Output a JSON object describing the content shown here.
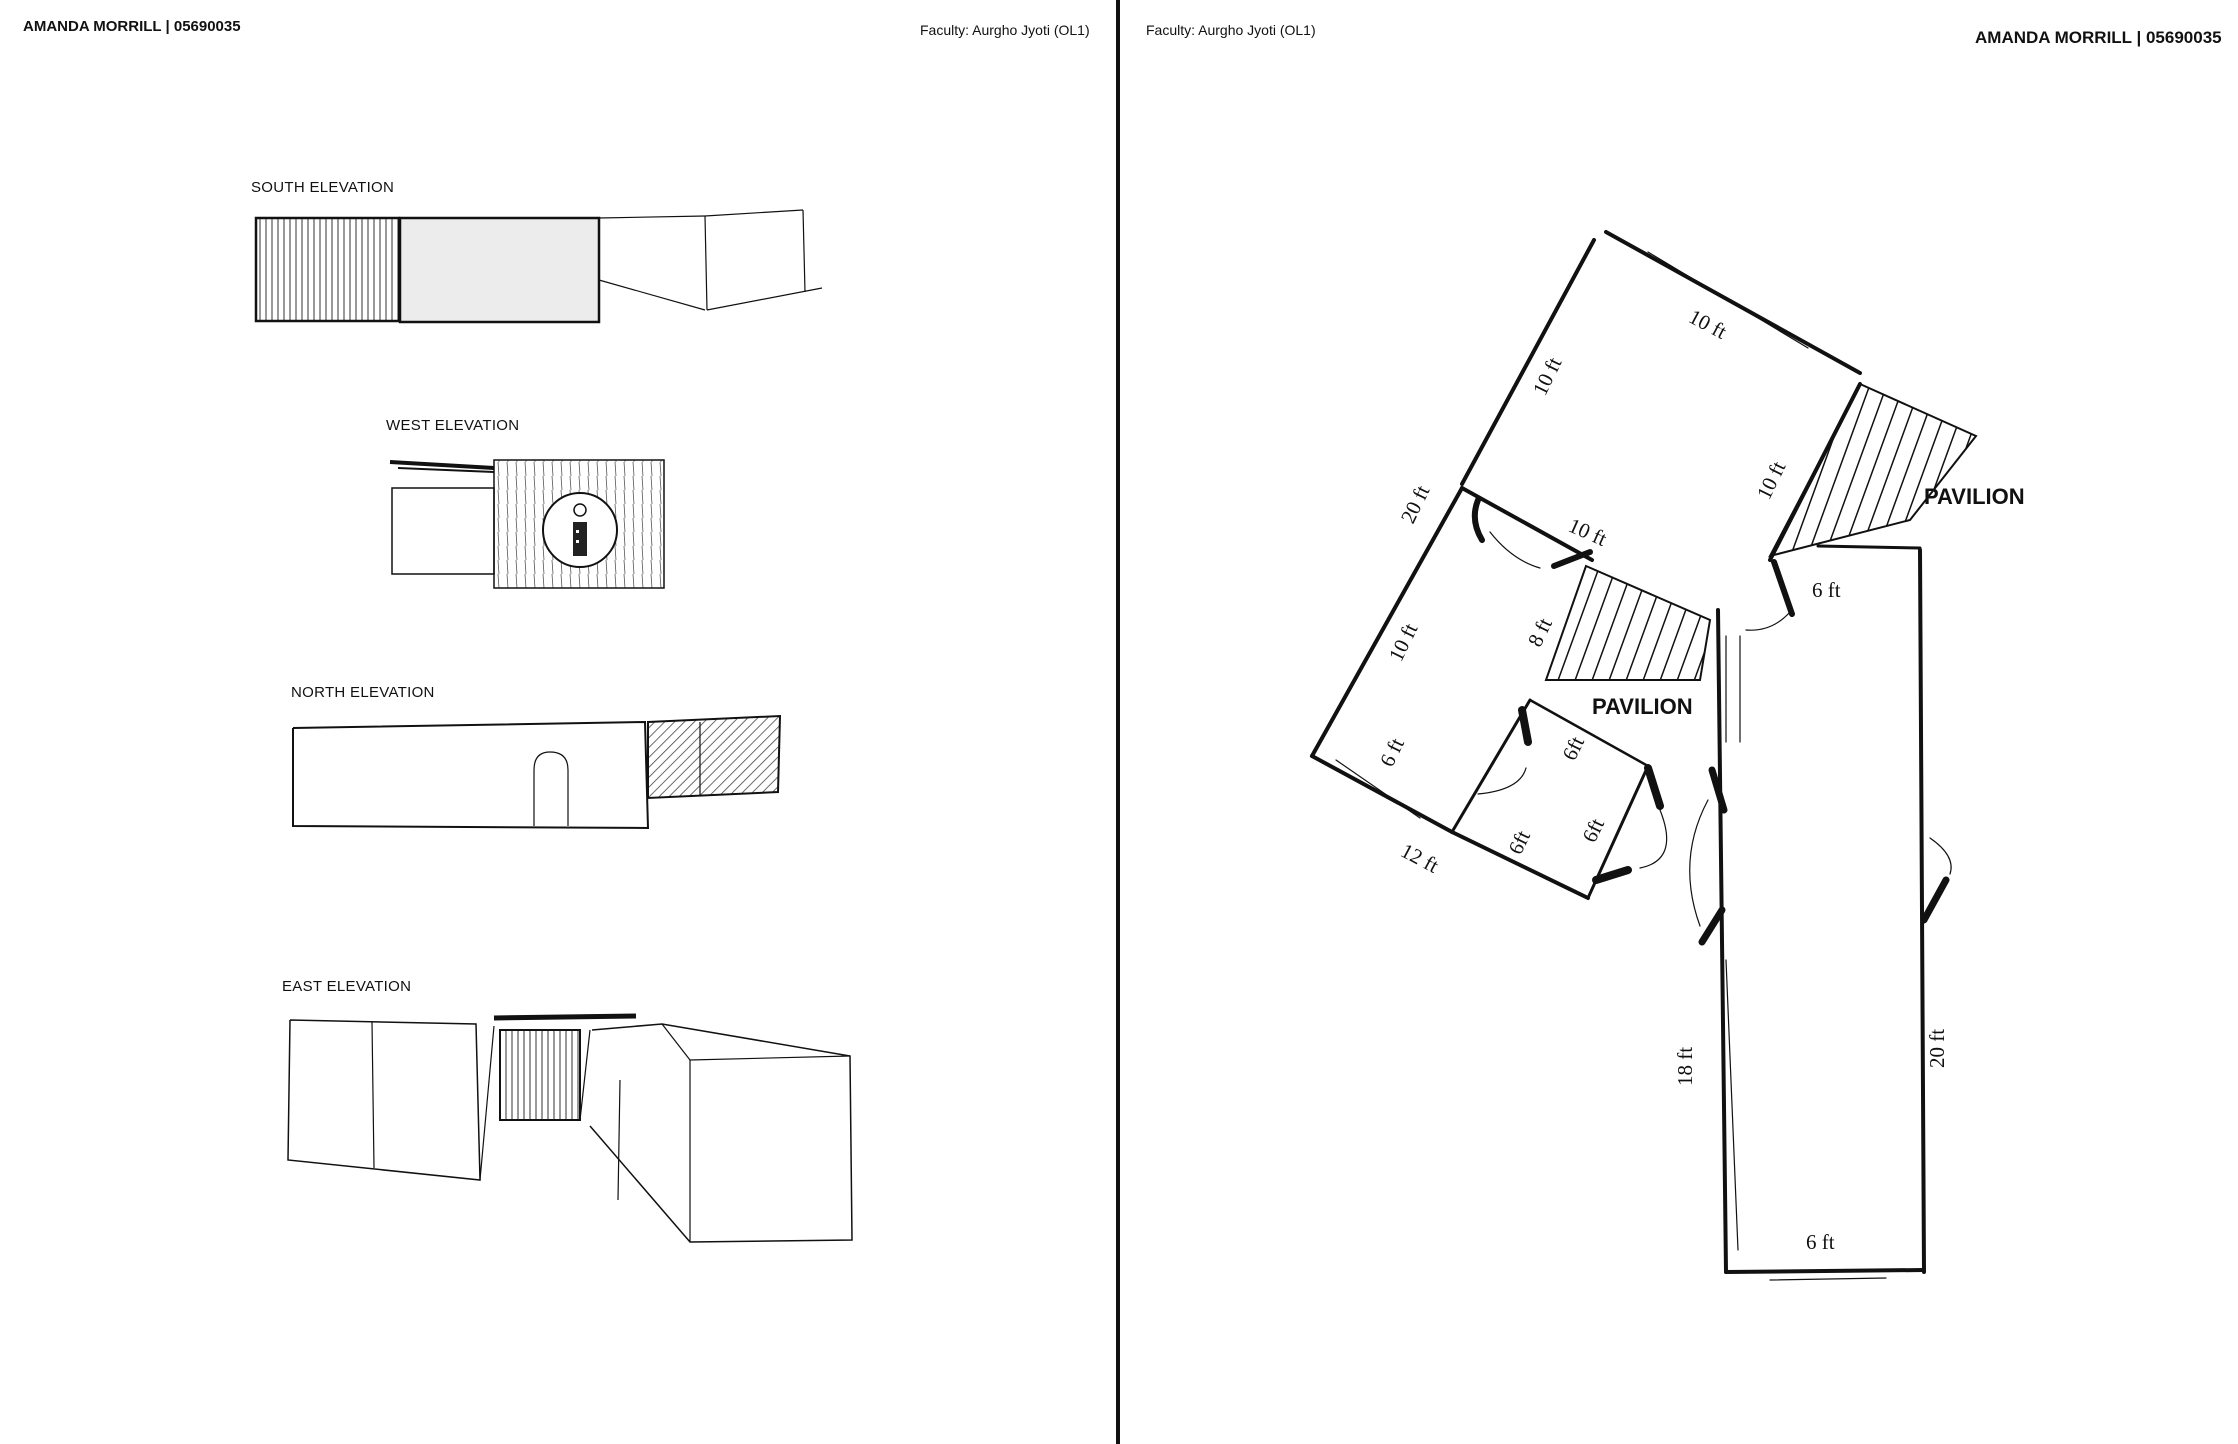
{
  "left_sheet": {
    "author": "AMANDA MORRILL | 05690035",
    "faculty": "Faculty: Aurgho Jyoti (OL1)",
    "elevations": {
      "south": "SOUTH ELEVATION",
      "west": "WEST ELEVATION",
      "north": "NORTH ELEVATION",
      "east": "EAST  ELEVATION"
    }
  },
  "right_sheet": {
    "faculty": "Faculty: Aurgho Jyoti (OL1)",
    "author": "AMANDA MORRILL | 05690035",
    "pavilion_labels": [
      "PAVILION",
      "PAVILION"
    ],
    "dimensions": {
      "top_wall": "10 ft",
      "left_upper": "10 ft",
      "pavilion_side": "10 ft",
      "left_20": "20 ft",
      "inner_10": "10 ft",
      "left_lower_10": "10 ft",
      "inner_8": "8 ft",
      "six_right": "6 ft",
      "window_6": "6 ft",
      "inner_6a": "6ft",
      "inner_6b": "6ft",
      "inner_6c": "6ft",
      "bottom_12": "12 ft",
      "corridor_18": "18 ft",
      "corridor_20": "20 ft",
      "corridor_6": "6 ft"
    }
  }
}
